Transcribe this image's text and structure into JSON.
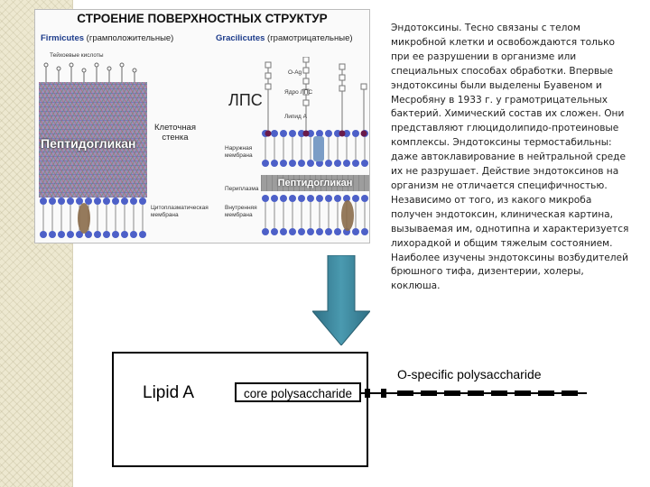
{
  "slide": {
    "background_left": "#ede8d0",
    "accent_arrow": "#3f8aa0"
  },
  "diagram": {
    "title": "СТРОЕНИЕ ПОВЕРХНОСТНЫХ СТРУКТУР",
    "left_header_strong": "Firmicutes",
    "left_header_rest": " (грамположительные)",
    "right_header_strong": "Gracilicutes",
    "right_header_rest": " (грамотрицательные)",
    "teichoic": "Тейхоевые кислоты",
    "peptidoglycan_left": "Пептидогликан",
    "cell_wall": "Клеточная стенка",
    "cytoplasmic_membrane": "Цитоплазматическая мембрана",
    "lps": "ЛПС",
    "o_ag": "O-Ag",
    "core": "Ядро ЛПС",
    "lipid_a_small": "Липид А",
    "outer_membrane": "Наружная мембрана",
    "periplasm": "Периплазма",
    "peptidoglycan_right": "Пептидогликан",
    "inner_membrane": "Внутренняя мембрана"
  },
  "text": {
    "body": "Эндотоксины. Тесно связаны с телом микробной клетки и освобождаются только при ее разрушении в организме или специальных способах обработки. Впервые эндотоксины были выделены Буавеном и Месробяну в 1933 г. у грамотрицательных бактерий. Химический состав их сложен. Они представляют глюцидолипидо-протеиновые комплексы. Эндотоксины термостабильны: даже автоклавирование в нейтральной среде их не разрушает. Действие эндотоксинов на организм не отличается специфичностью. Независимо от того, из какого микроба получен эндотоксин, клиническая картина, вызываемая им, однотипна и характеризуется лихорадкой и общим тяжелым состоянием. Наиболее изучены эндотоксины возбудителей брюшного тифа, дизентерии, холеры, коклюша."
  },
  "lps_scheme": {
    "lipid_a": "Lipid A",
    "core": "core polysaccharide",
    "o_specific": "O-specific polysaccharide"
  }
}
